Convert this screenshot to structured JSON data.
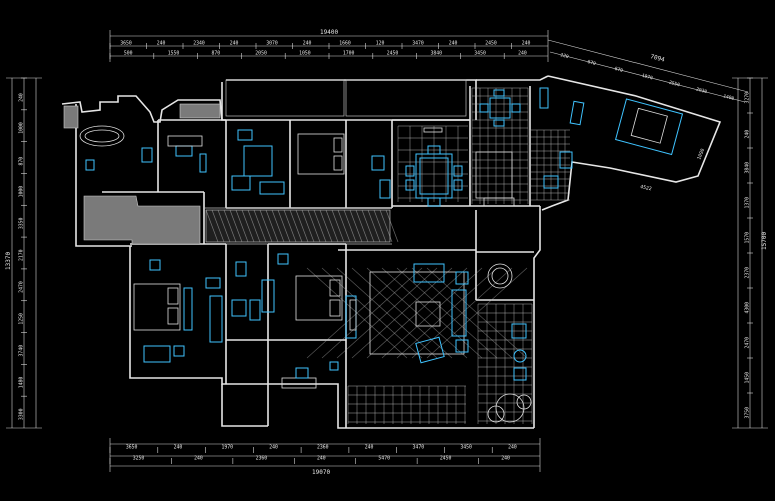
{
  "drawing": {
    "colors": {
      "background": "#000000",
      "walls": "#e6e6e6",
      "furniture": "#3fc3ff",
      "fill": "#7a7a7a"
    },
    "dimensions": {
      "top_total": "19400",
      "top_row1": [
        "3650",
        "240",
        "2340",
        "240",
        "3070",
        "240",
        "1660",
        "120",
        "3470",
        "240",
        "2450",
        "240"
      ],
      "top_row2": [
        "500",
        "1550",
        "870",
        "2050",
        "1050",
        "1700",
        "2450",
        "3840",
        "3450",
        "240"
      ],
      "top_right_total": "7094",
      "top_right_row": [
        "220",
        "870",
        "870",
        "1970",
        "2550",
        "2030",
        "1490"
      ],
      "bottom_row1": [
        "3650",
        "240",
        "1970",
        "240",
        "2360",
        "240",
        "3470",
        "3450",
        "240"
      ],
      "bottom_row2": [
        "3250",
        "240",
        "2360",
        "240",
        "5470",
        "2450",
        "240"
      ],
      "bottom_total": "19070",
      "left_total": "13370",
      "left_row": [
        "240",
        "1000",
        "870",
        "1000",
        "3350",
        "2170",
        "2470",
        "1250",
        "3740",
        "1480",
        "3300"
      ],
      "right_total": "15700",
      "right_row": [
        "3270",
        "240",
        "3840",
        "1370",
        "1570",
        "2370",
        "4300",
        "2470",
        "1450",
        "3750"
      ],
      "angled_segment": "1090",
      "angled_lower": "4522"
    }
  }
}
